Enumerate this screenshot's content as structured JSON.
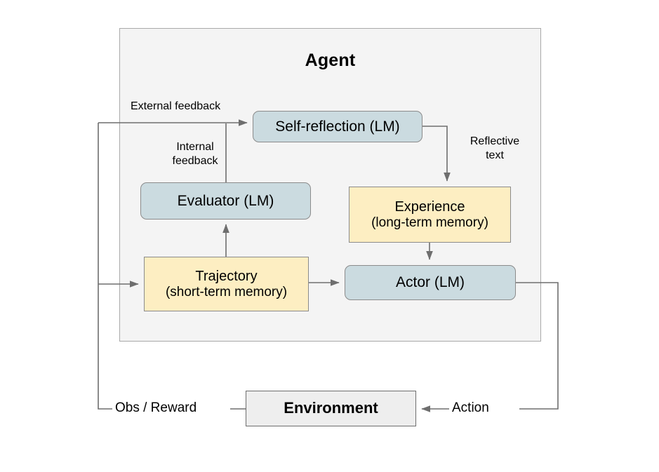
{
  "figure": {
    "title": "Agent",
    "background": "#ffffff",
    "panel_fill": "#f4f4f4",
    "panel_border": "#a9a9a9",
    "wire_color": "#6e6e6e",
    "colors": {
      "blue_node": "#cbdbe0",
      "yellow_node": "#fdeec2",
      "gray_node": "#eeeeee",
      "node_border": "#8b8b8b",
      "text": "#000000"
    }
  },
  "nodes": {
    "self_reflection": {
      "label": "Self-reflection (LM)",
      "shape": "rounded",
      "fill": "#cbdbe0"
    },
    "evaluator": {
      "label": "Evaluator (LM)",
      "shape": "rounded",
      "fill": "#cbdbe0"
    },
    "experience": {
      "line1": "Experience",
      "line2": "(long-term memory)",
      "shape": "rect",
      "fill": "#fdeec2"
    },
    "trajectory": {
      "line1": "Trajectory",
      "line2": "(short-term memory)",
      "shape": "rect",
      "fill": "#fdeec2"
    },
    "actor": {
      "label": "Actor (LM)",
      "shape": "rounded",
      "fill": "#cbdbe0"
    },
    "environment": {
      "label": "Environment",
      "shape": "rect",
      "fill": "#eeeeee"
    }
  },
  "edge_labels": {
    "external_feedback": "External feedback",
    "internal_feedback": "Internal\nfeedback",
    "reflective_text": "Reflective\ntext",
    "obs_reward": "Obs / Reward",
    "action": "Action"
  }
}
